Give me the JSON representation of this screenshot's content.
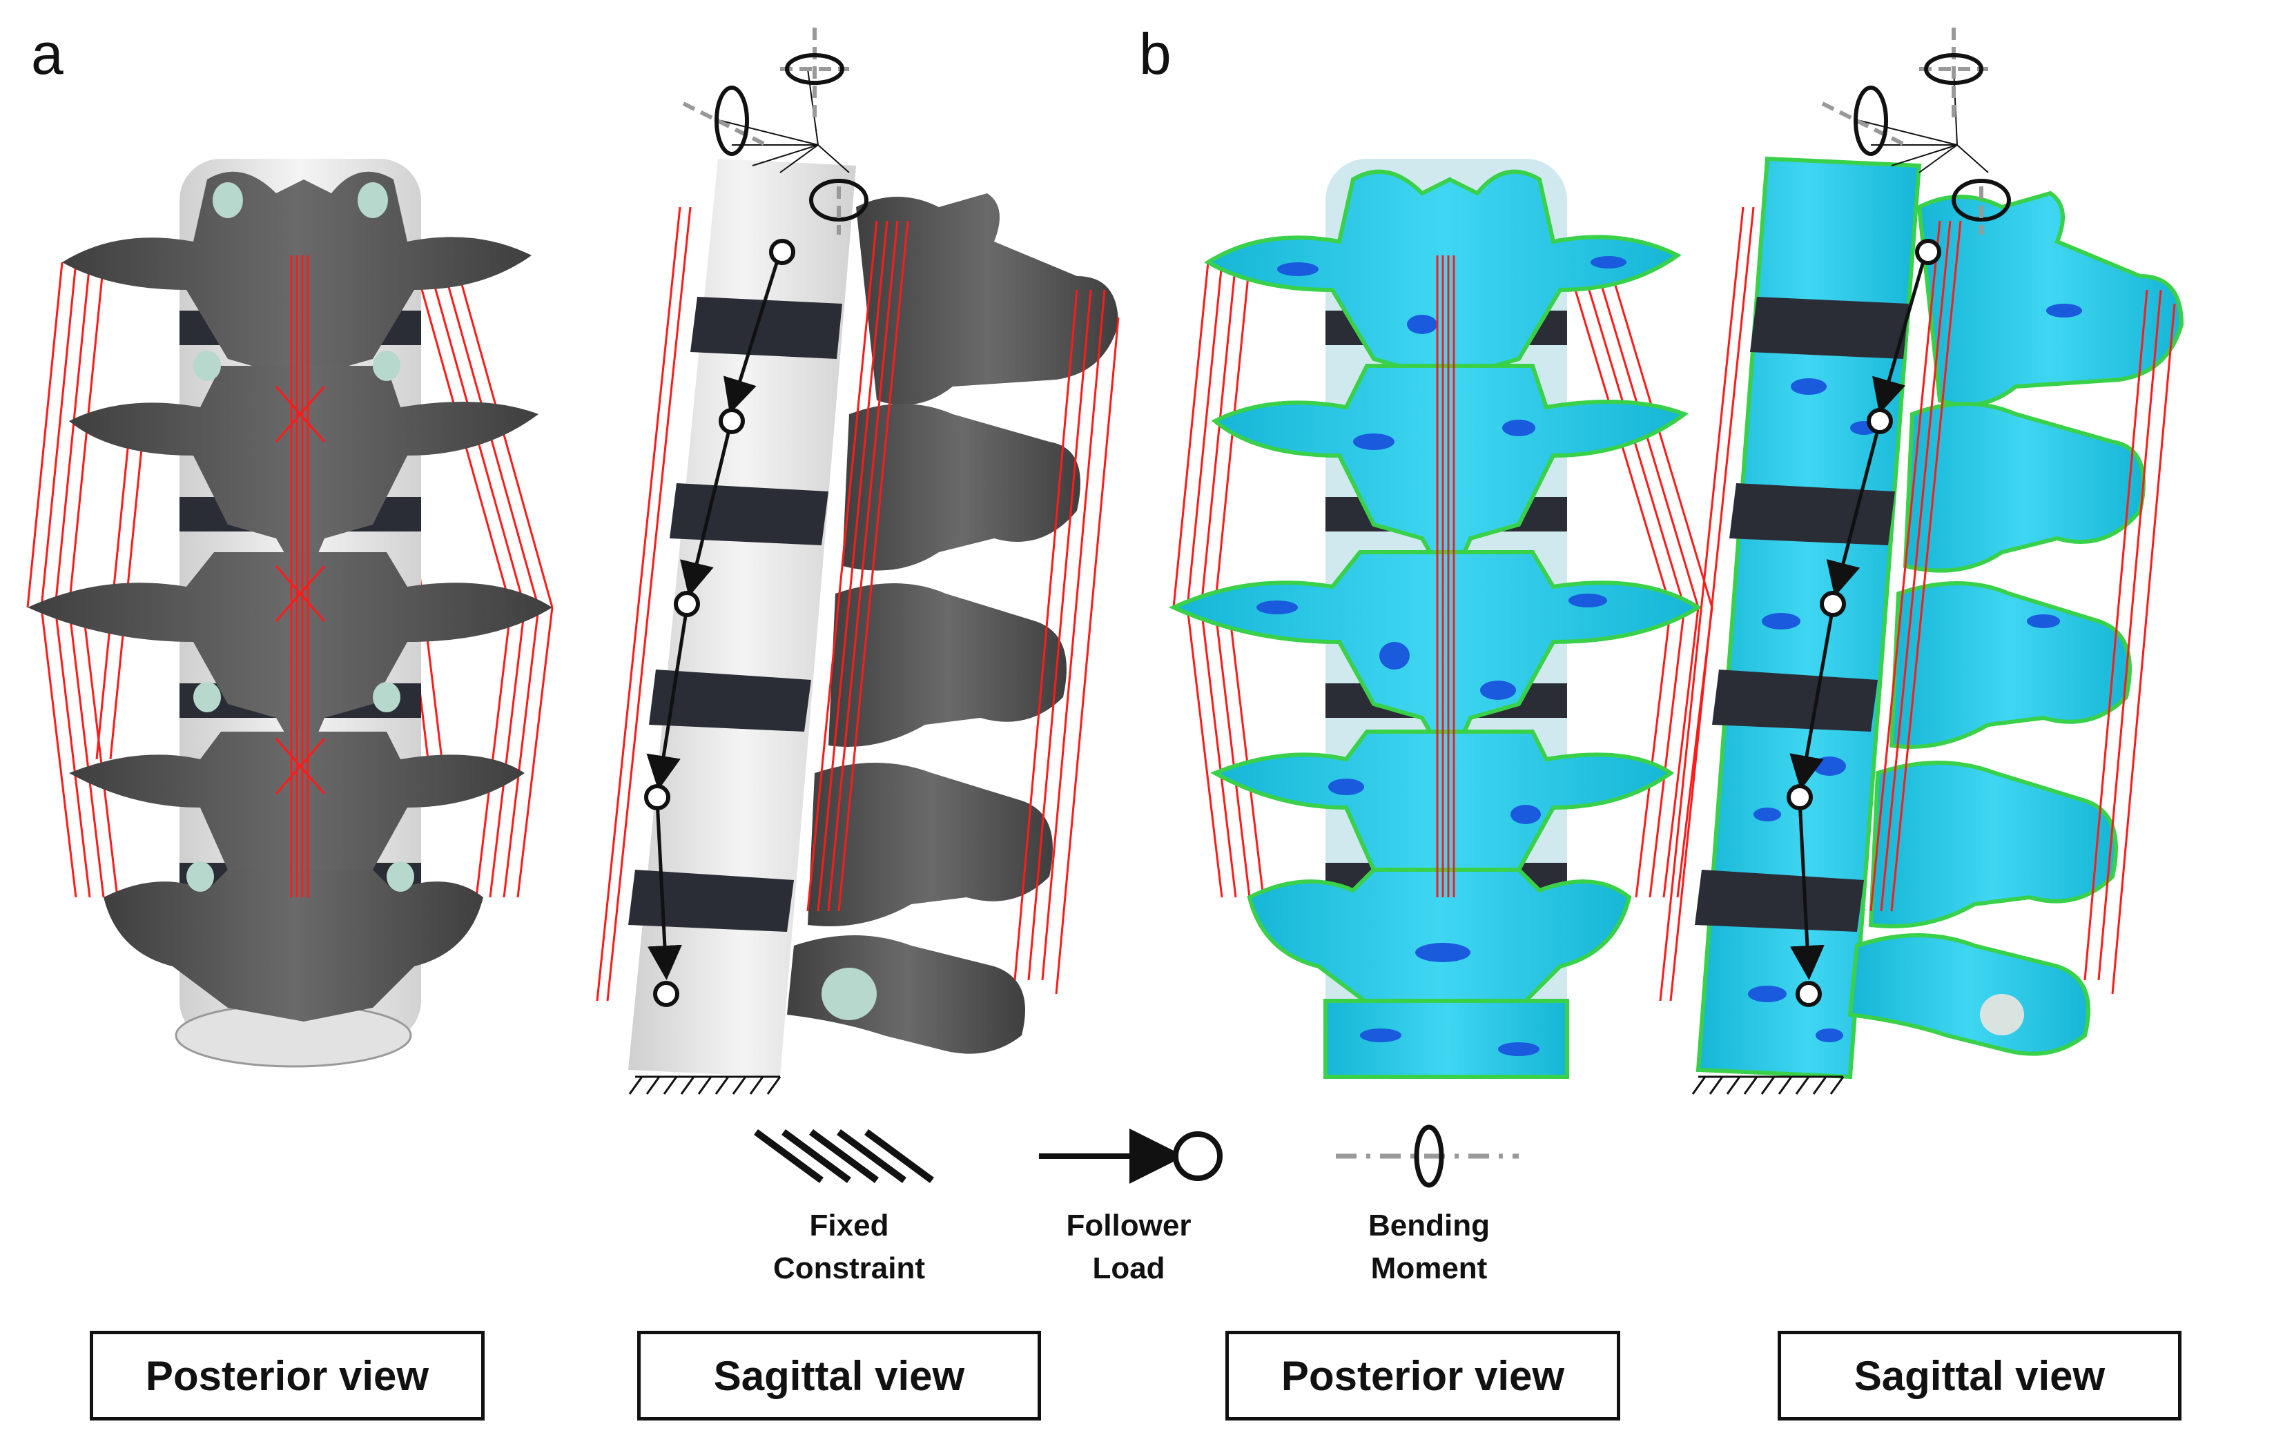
{
  "panels": {
    "a": {
      "letter": "a"
    },
    "b": {
      "letter": "b"
    }
  },
  "view_labels": {
    "a_posterior": "Posterior view",
    "a_sagittal": "Sagittal view",
    "b_posterior": "Posterior view",
    "b_sagittal": "Sagittal view"
  },
  "legend": {
    "fixed_line1": "Fixed",
    "fixed_line2": "Constraint",
    "follower_line1": "Follower",
    "follower_line2": "Load",
    "bending_line1": "Bending",
    "bending_line2": "Moment"
  },
  "colors": {
    "bone_grey": "#5f5f5f",
    "vertebral_body_white": "#ececec",
    "disc_dark": "#2a2d36",
    "ligament_red": "#ff1a1a",
    "cartilage_mint": "#b7d8cc",
    "stress_cyan": "#1ec8e8",
    "stress_blue": "#1a5adc",
    "stress_green": "#39d04a"
  },
  "icons": [
    "fixed-constraint-icon",
    "follower-load-icon",
    "bending-moment-icon"
  ]
}
